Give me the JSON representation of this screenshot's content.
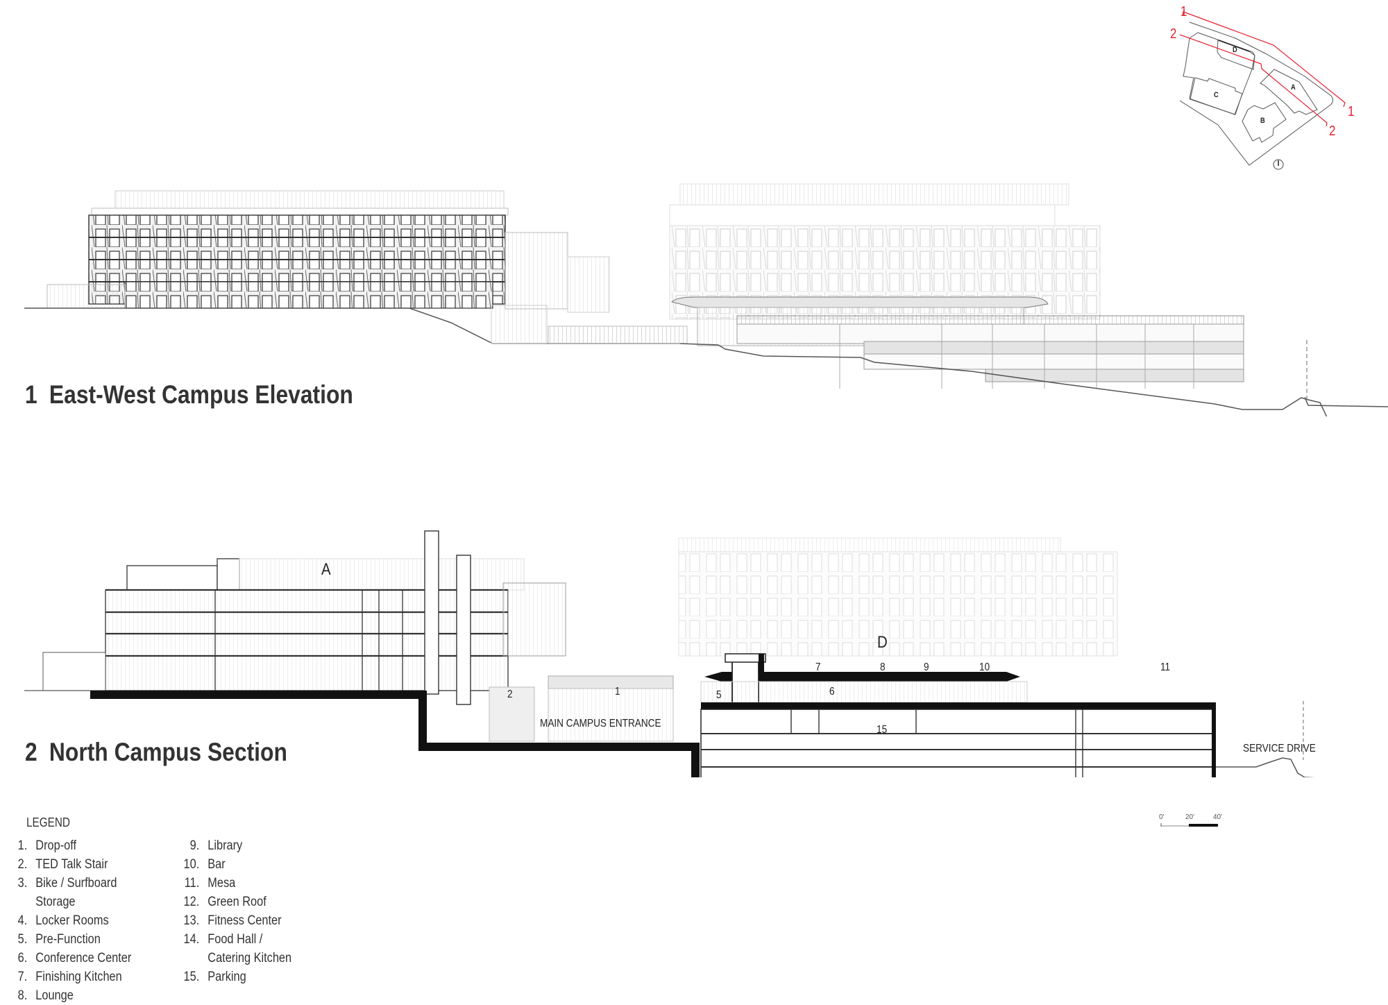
{
  "keyplan": {
    "buildings": [
      "A",
      "B",
      "C",
      "D"
    ],
    "section_markers": [
      "1",
      "1",
      "2",
      "2"
    ],
    "marker_color": "#e5202e",
    "north_icon": "north-arrow-icon"
  },
  "drawings": [
    {
      "number": "1",
      "title": "East-West Campus Elevation"
    },
    {
      "number": "2",
      "title": "North Campus Section",
      "building_labels": [
        "A",
        "D"
      ],
      "space_labels": {
        "l1": "1",
        "l2": "2",
        "l5": "5",
        "l6": "6",
        "l7": "7",
        "l8": "8",
        "l9": "9",
        "l10": "10",
        "l11": "11",
        "l15": "15"
      },
      "annotations": {
        "main_entrance": "MAIN CAMPUS ENTRANCE",
        "service_drive": "SERVICE DRIVE"
      }
    }
  ],
  "legend": {
    "title": "LEGEND",
    "col1": [
      {
        "n": "1.",
        "label": "Drop-off"
      },
      {
        "n": "2.",
        "label": "TED Talk Stair"
      },
      {
        "n": "3.",
        "label": "Bike / Surfboard"
      },
      {
        "n": "",
        "label": "Storage"
      },
      {
        "n": "4.",
        "label": "Locker Rooms"
      },
      {
        "n": "5.",
        "label": "Pre-Function"
      },
      {
        "n": "6.",
        "label": "Conference Center"
      },
      {
        "n": "7.",
        "label": "Finishing Kitchen"
      },
      {
        "n": "8.",
        "label": "Lounge"
      }
    ],
    "col2": [
      {
        "n": "9.",
        "label": "Library"
      },
      {
        "n": "10.",
        "label": "Bar"
      },
      {
        "n": "11.",
        "label": "Mesa"
      },
      {
        "n": "12.",
        "label": "Green Roof"
      },
      {
        "n": "13.",
        "label": "Fitness Center"
      },
      {
        "n": "14.",
        "label": "Food Hall /"
      },
      {
        "n": "",
        "label": "Catering Kitchen"
      },
      {
        "n": "15.",
        "label": "Parking"
      }
    ]
  },
  "scale_bar": {
    "ticks": [
      "0'",
      "20'",
      "40'"
    ]
  }
}
